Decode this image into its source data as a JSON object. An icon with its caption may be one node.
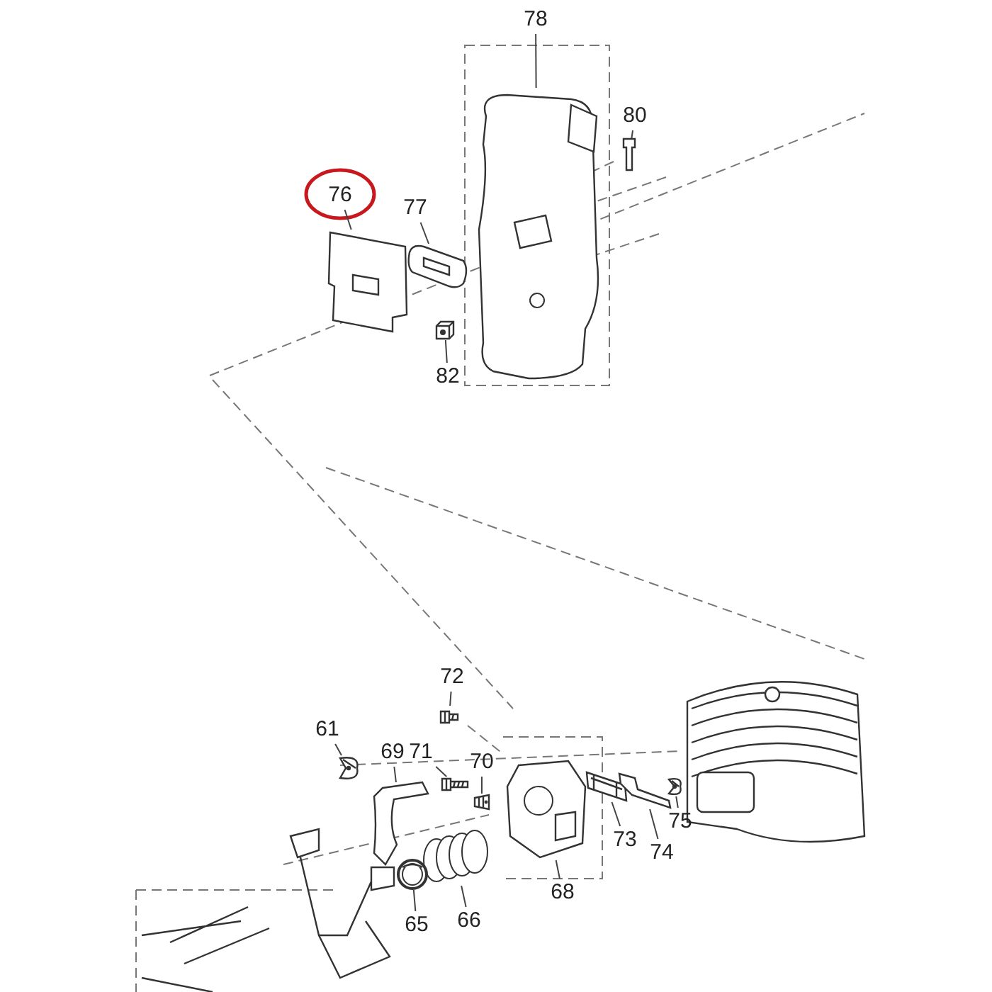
{
  "diagram": {
    "nodes": [
      {
        "text": [
          "78"
        ]
      },
      {
        "text": [],
        "shape": "picture"
      },
      {
        "text": [
          "80"
        ]
      },
      {
        "text": [],
        "shape": "picture"
      },
      {
        "text": [
          "76"
        ]
      },
      {
        "text": [],
        "shape": "picture"
      },
      {
        "text": [
          "77"
        ]
      },
      {
        "text": [],
        "shape": "picture"
      },
      {
        "text": [
          "82"
        ]
      },
      {
        "text": [],
        "shape": "picture"
      },
      {
        "text": [
          "72"
        ]
      },
      {
        "text": [],
        "shape": "picture"
      },
      {
        "text": [
          "61"
        ]
      },
      {
        "text": [],
        "shape": "picture"
      },
      {
        "text": [
          "69"
        ]
      },
      {
        "text": [],
        "shape": "picture"
      },
      {
        "text": [
          "71"
        ]
      },
      {
        "text": [],
        "shape": "picture"
      },
      {
        "text": [
          "70"
        ]
      },
      {
        "text": [],
        "shape": "picture"
      },
      {
        "text": [
          "73"
        ]
      },
      {
        "text": [],
        "shape": "picture"
      },
      {
        "text": [
          "74"
        ]
      },
      {
        "text": [],
        "shape": "picture"
      },
      {
        "text": [
          "75"
        ]
      },
      {
        "text": [],
        "shape": "picture"
      },
      {
        "text": [
          "68"
        ]
      },
      {
        "text": [],
        "shape": "picture"
      },
      {
        "text": [
          "66"
        ]
      },
      {
        "text": [],
        "shape": "picture"
      },
      {
        "text": [
          "65"
        ]
      },
      {
        "text": [],
        "shape": "picture"
      }
    ],
    "edges": [
      {
        "from": 0,
        "to": 1,
        "arrow": "none"
      },
      {
        "from": 2,
        "to": 3,
        "arrow": "none"
      },
      {
        "from": 4,
        "to": 5,
        "arrow": "none"
      },
      {
        "from": 6,
        "to": 7,
        "arrow": "none"
      },
      {
        "from": 8,
        "to": 9,
        "arrow": "none"
      },
      {
        "from": 10,
        "to": 11,
        "arrow": "none"
      },
      {
        "from": 12,
        "to": 13,
        "arrow": "none"
      },
      {
        "from": 14,
        "to": 15,
        "arrow": "none"
      },
      {
        "from": 16,
        "to": 17,
        "arrow": "none"
      },
      {
        "from": 18,
        "to": 19,
        "arrow": "none"
      },
      {
        "from": 20,
        "to": 21,
        "arrow": "none"
      },
      {
        "from": 22,
        "to": 23,
        "arrow": "none"
      },
      {
        "from": 24,
        "to": 25,
        "arrow": "none"
      },
      {
        "from": 26,
        "to": 27,
        "arrow": "none"
      },
      {
        "from": 28,
        "to": 29,
        "arrow": "none"
      },
      {
        "from": 30,
        "to": 31,
        "arrow": "none"
      }
    ]
  }
}
